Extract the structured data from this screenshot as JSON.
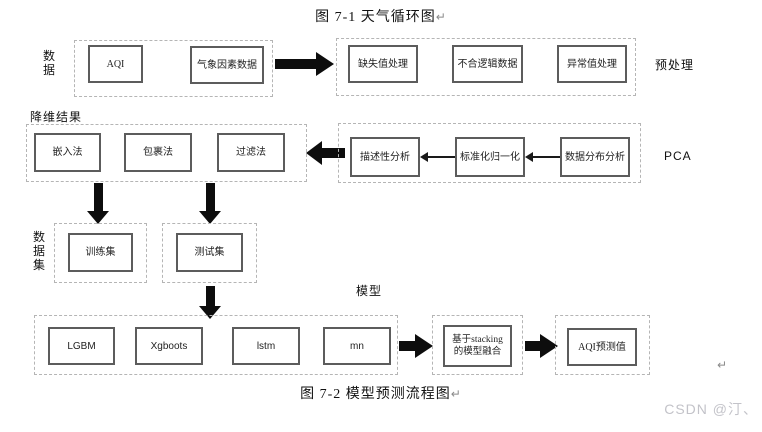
{
  "page": {
    "title_top": "图 7-1  天气循环图",
    "caption_bottom": "图 7-2  模型预测流程图",
    "paragraph_mark": "↵",
    "watermark": "CSDN @汀、"
  },
  "flow1": {
    "input_label": "数据",
    "input_boxes": [
      "AQI",
      "气象因素数据"
    ],
    "preprocess_boxes": [
      "缺失值处理",
      "不合逻辑数据",
      "异常值处理"
    ],
    "preprocess_label": "预处理"
  },
  "flow2": {
    "reduction_label": "降维结果",
    "reduction_boxes": [
      "嵌入法",
      "包裹法",
      "过滤法"
    ],
    "analysis_boxes": [
      "描述性分析",
      "标准化归一化",
      "数据分布分析"
    ],
    "pca_label": "PCA"
  },
  "flow3": {
    "dataset_label": "数据集",
    "dataset_boxes": [
      "训练集",
      "测试集"
    ]
  },
  "flow4": {
    "model_label": "模型",
    "model_boxes": [
      "LGBM",
      "Xgboots",
      "lstm",
      "mn"
    ],
    "stacking_lines": [
      "基于stacking",
      "的模型融合"
    ],
    "output_box": "AQI预测值"
  }
}
